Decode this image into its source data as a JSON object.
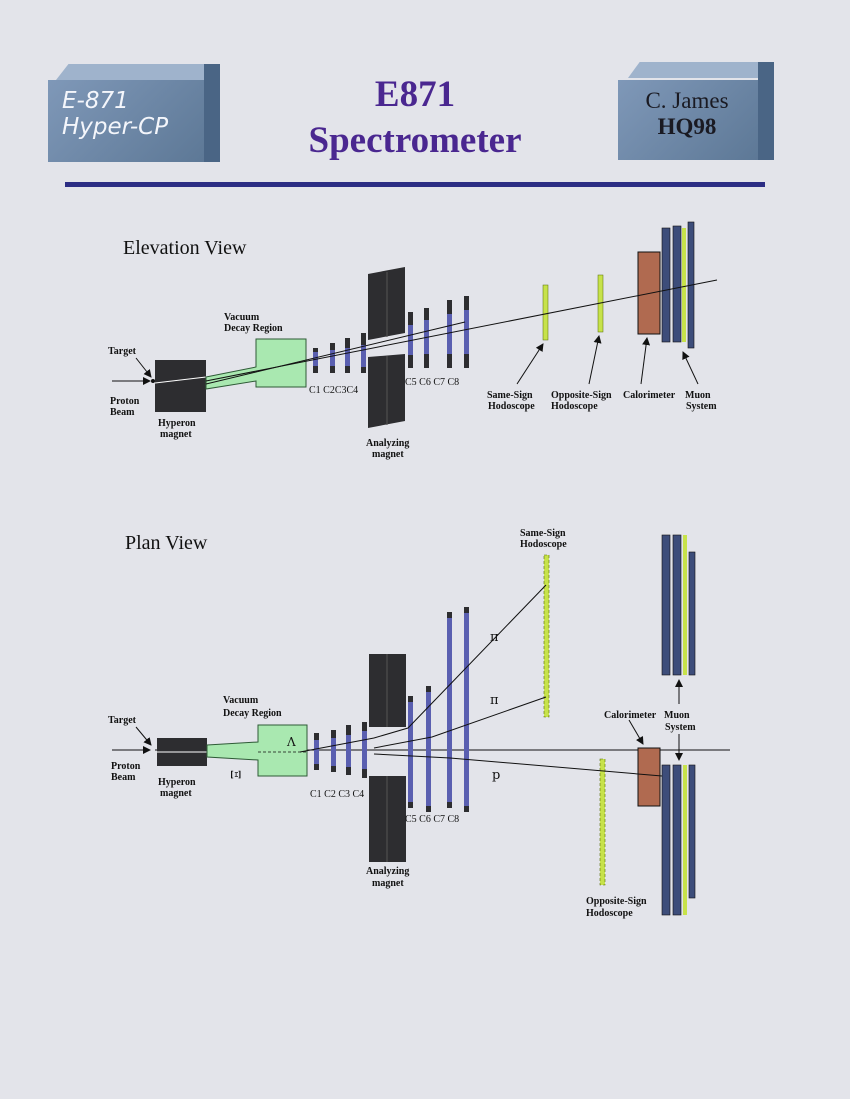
{
  "header": {
    "left_box": {
      "line1": "E-871",
      "line2": "Hyper-CP"
    },
    "title": {
      "line1": "E871",
      "line2": "Spectrometer"
    },
    "right_box": {
      "line1": "C. James",
      "line2": "HQ98"
    }
  },
  "elevation": {
    "heading": "Elevation View",
    "labels": {
      "vacuum": [
        "Vacuum",
        "Decay Region"
      ],
      "target": "Target",
      "proton": [
        "Proton",
        "Beam"
      ],
      "hyperon": [
        "Hyperon",
        "magnet"
      ],
      "chambers_a": "C1 C2C3C4",
      "chambers_b": "C5  C6    C7  C8",
      "analyzing": [
        "Analyzing",
        "magnet"
      ],
      "same_sign": [
        "Same-Sign",
        "Hodoscope"
      ],
      "opposite_sign": [
        "Opposite-Sign",
        "Hodoscope"
      ],
      "calorimeter": "Calorimeter",
      "muon": [
        "Muon",
        "System"
      ]
    }
  },
  "plan": {
    "heading": "Plan View",
    "labels": {
      "same_sign": [
        "Same-Sign",
        "Hodoscope"
      ],
      "vacuum": [
        "Vacuum",
        "Decay Region"
      ],
      "target": "Target",
      "proton": [
        "Proton",
        "Beam"
      ],
      "hyperon": [
        "Hyperon",
        "magnet"
      ],
      "xi": "Ξ",
      "lambda": "Λ",
      "pi1": "π",
      "pi2": "π",
      "p": "p",
      "chambers_a": "C1 C2 C3 C4",
      "chambers_b": "C5  C6   C7  C8",
      "analyzing": [
        "Analyzing",
        "magnet"
      ],
      "calorimeter": "Calorimeter",
      "muon": [
        "Muon",
        "System"
      ],
      "opposite_sign": [
        "Opposite-Sign",
        "Hodoscope"
      ]
    }
  },
  "colors": {
    "title": "#4a2790",
    "rule": "#2c2d84",
    "magnet": "#2d2d30",
    "decay_region": "#a9e8b0",
    "chamber": "#5a5fb0",
    "hodoscope": "#c7e24a",
    "calorimeter": "#b06a50",
    "muon": "#3d4d7a"
  }
}
